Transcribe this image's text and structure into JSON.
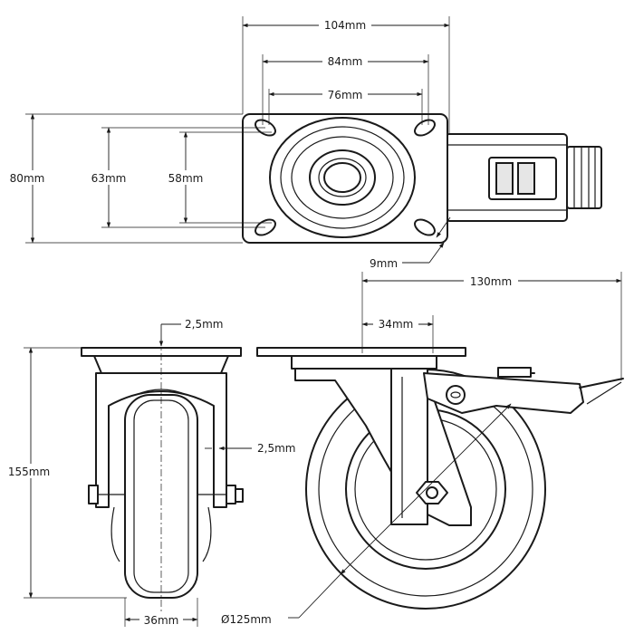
{
  "dimensions": {
    "top_overall_width": "104mm",
    "top_bolt_span_outer": "84mm",
    "top_bolt_span_inner": "76mm",
    "plate_height": "80mm",
    "bolt_height_outer": "63mm",
    "bolt_height_inner": "58mm",
    "bolt_hole": "9mm",
    "overall_length": "130mm",
    "offset": "34mm",
    "plate_thickness": "2,5mm",
    "fork_thickness": "2,5mm",
    "overall_height": "155mm",
    "wheel_width": "36mm",
    "wheel_diameter": "Ø125mm"
  },
  "colors": {
    "line": "#1a1a1a",
    "fill": "#ffffff",
    "shade": "#e6e6e6"
  }
}
